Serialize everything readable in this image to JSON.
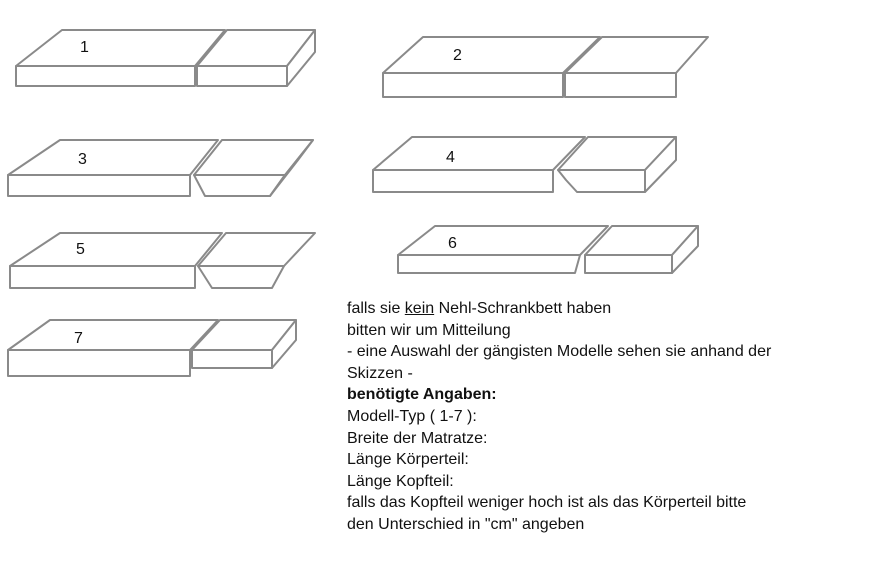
{
  "models": [
    {
      "label": "1"
    },
    {
      "label": "2"
    },
    {
      "label": "3"
    },
    {
      "label": "4"
    },
    {
      "label": "5"
    },
    {
      "label": "6"
    },
    {
      "label": "7"
    }
  ],
  "text": {
    "line1_pre": "falls sie ",
    "line1_underline": "kein",
    "line1_post": " Nehl-Schrankbett haben",
    "line2": "bitten wir um Mitteilung",
    "line3": "- eine Auswahl der gängisten Modelle sehen sie anhand der",
    "line4": "Skizzen -",
    "heading": "benötigte Angaben:",
    "field1": "Modell-Typ ( 1-7 ):",
    "field2": "Breite der Matratze:",
    "field3": "Länge Körperteil:",
    "field4": "Länge Kopfteil:",
    "note1": "falls das Kopfteil weniger hoch ist als das Körperteil bitte",
    "note2": "den Unterschied in \"cm\" angeben"
  }
}
